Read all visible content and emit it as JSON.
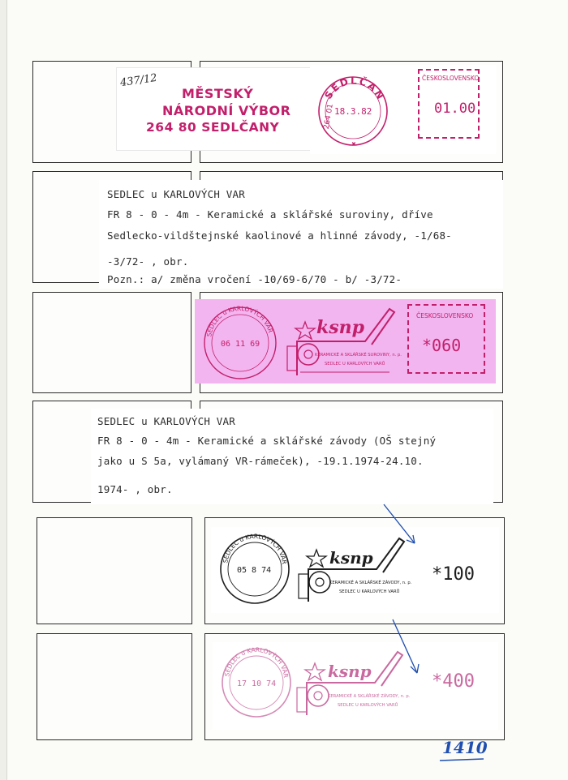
{
  "page": {
    "colors": {
      "meter_red": "#c21f6b",
      "meter_pink_paper": "#f3b5ef",
      "black_ink": "#1d1d1d",
      "annotation_blue": "#1f4fb0"
    },
    "handwritten_ref_top": "437/12",
    "page_number": "1410"
  },
  "row1": {
    "cachet_lines": [
      "MĚSTSKÝ",
      "NÁRODNÍ VÝBOR",
      "264 80  SEDLČANY"
    ],
    "postmark_town": "SEDLČANY",
    "postmark_code": "264 01",
    "postmark_date": "18.3.82",
    "meter_country": "ČESKOSLOVENSKO",
    "meter_value": "01.00"
  },
  "entry1": {
    "lines": [
      "SEDLEC u KARLOVÝCH VAR",
      "FR 8 - 0 - 4m - Keramické a sklářské suroviny, dříve",
      "Sedlecko-vildštejnské kaolinové a hlinné závody,    -1/68-",
      "-3/72-       , obr.",
      "Pozn.: a/ změna vročení       -10/69-6/70 -     b/    -3/72-"
    ]
  },
  "row2": {
    "postmark_town": "SEDLEC u KARLOVÝCH VAR",
    "postmark_date": "06 11 69",
    "logo": "ksnp",
    "slogan_lines": [
      "KERAMICKÉ A SKLÁŘSKÉ SUROVINY, n. p.",
      "SEDLEC U KARLOVÝCH VARŮ"
    ],
    "meter_country": "ČESKOSLOVENSKO",
    "meter_value": "*060"
  },
  "entry2": {
    "lines": [
      "SEDLEC u KARLOVÝCH VAR",
      "FR 8 - 0 - 4m - Keramické a sklářské závody (OŠ stejný",
      "jako u S 5a, vylámaný VR-rámeček),     -19.1.1974-24.10.",
      "1974-      , obr."
    ]
  },
  "row3": {
    "postmark_town": "SEDLEC u KARLOVÝCH VAR",
    "postmark_date": "05 8 74",
    "logo": "ksnp",
    "slogan_lines": [
      "KERAMICKÉ A SKLÁŘSKÉ ZÁVODY, n. p.",
      "SEDLEC U KARLOVÝCH VARŮ"
    ],
    "meter_value": "*100"
  },
  "row4": {
    "postmark_town": "SEDLEC u KARLOVÝCH VAR",
    "postmark_date": "17 10 74",
    "logo": "ksnp",
    "slogan_lines": [
      "KERAMICKÉ A SKLÁŘSKÉ ZÁVODY, n. p.",
      "SEDLEC U KARLOVÝCH VARŮ"
    ],
    "meter_value": "*400"
  }
}
